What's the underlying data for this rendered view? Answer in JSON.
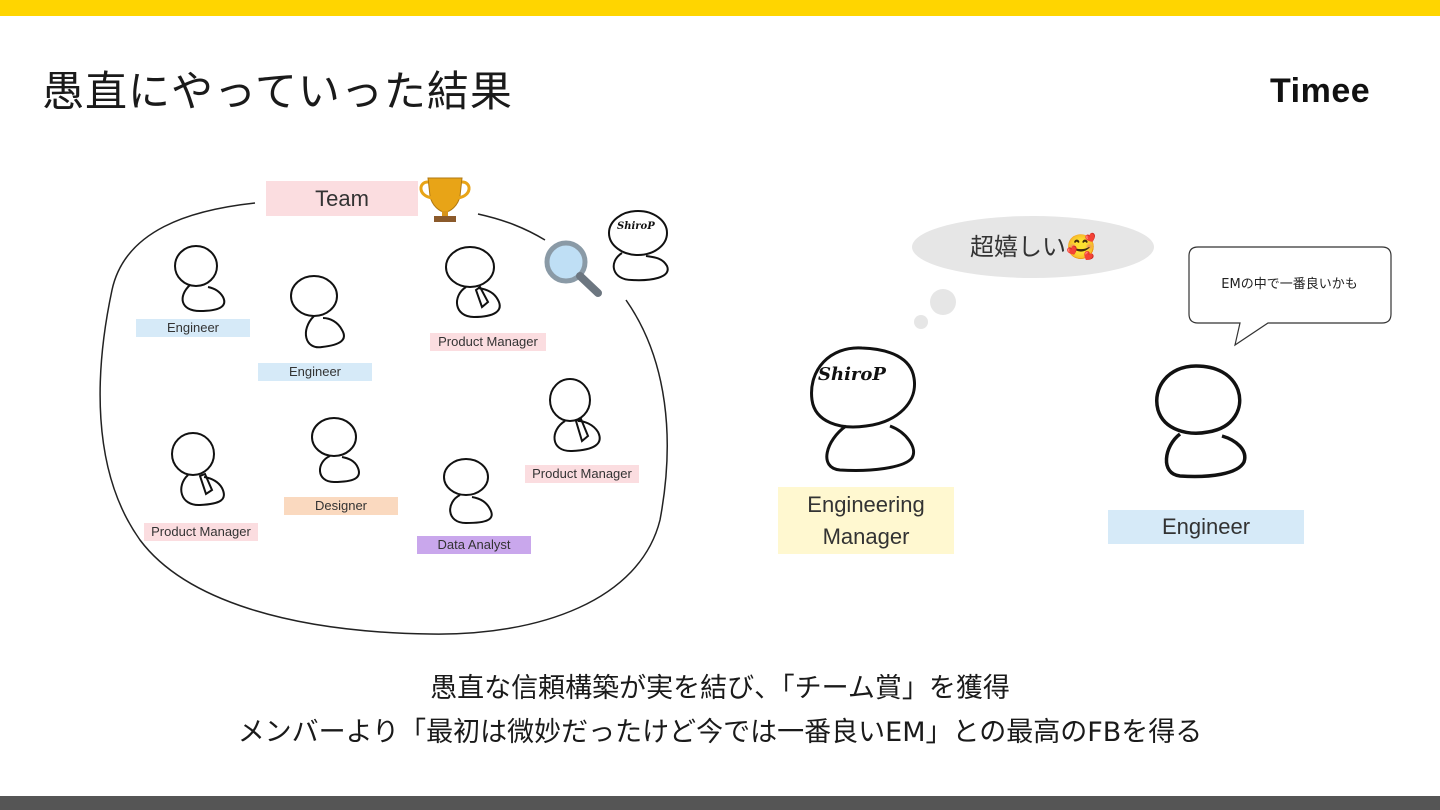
{
  "header": {
    "title": "愚直にやっていった結果",
    "logo_text": "Timee"
  },
  "team": {
    "label": "Team",
    "trophy_icon": "trophy-icon",
    "magnifier_icon": "magnifier-icon",
    "members": [
      {
        "role": "Engineer",
        "color": "#D6EAF8"
      },
      {
        "role": "Engineer",
        "color": "#D6EAF8"
      },
      {
        "role": "Product Manager",
        "color": "#FBDDE0"
      },
      {
        "role": "Product Manager",
        "color": "#FBDDE0"
      },
      {
        "role": "Designer",
        "color": "#FAD9BF"
      },
      {
        "role": "Data Analyst",
        "color": "#C9A7EC"
      },
      {
        "role": "Product Manager",
        "color": "#FBDDE0"
      }
    ],
    "observer_name": "ShiroP"
  },
  "scene": {
    "thought": "超嬉しい🥰",
    "speech": "EMの中で一番良いかも",
    "em_name": "ShiroP",
    "em_label_line1": "Engineering",
    "em_label_line2": "Manager",
    "engineer_label": "Engineer"
  },
  "caption": {
    "line1": "愚直な信頼構築が実を結び、「チーム賞」を獲得",
    "line2": "メンバーより「最初は微妙だったけど今では一番良いEM」との最高のFBを得る"
  },
  "colors": {
    "accent_yellow": "#FFD500",
    "footer_gray": "#555555"
  }
}
